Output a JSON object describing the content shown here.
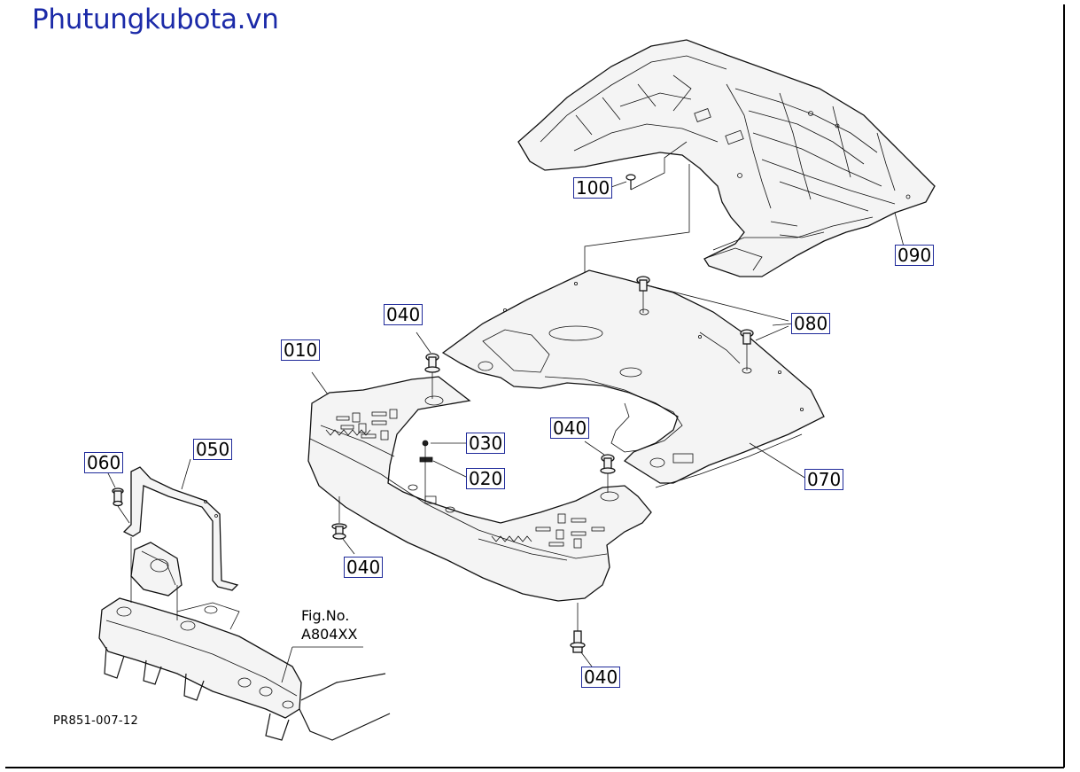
{
  "watermark": "Phutungkubota.vn",
  "reference_code": "PR851-007-12",
  "figure_ref": {
    "line1": "Fig.No.",
    "line2": "A804XX"
  },
  "callouts": {
    "c100": "100",
    "c090": "090",
    "c080": "080",
    "c070": "070",
    "c040a": "040",
    "c010": "010",
    "c030": "030",
    "c020": "020",
    "c040b": "040",
    "c060": "060",
    "c050": "050",
    "c040c": "040",
    "c040d": "040"
  },
  "colors": {
    "callout_border": "#1f2a9a",
    "watermark": "#1b2aa8",
    "line": "#111111"
  }
}
